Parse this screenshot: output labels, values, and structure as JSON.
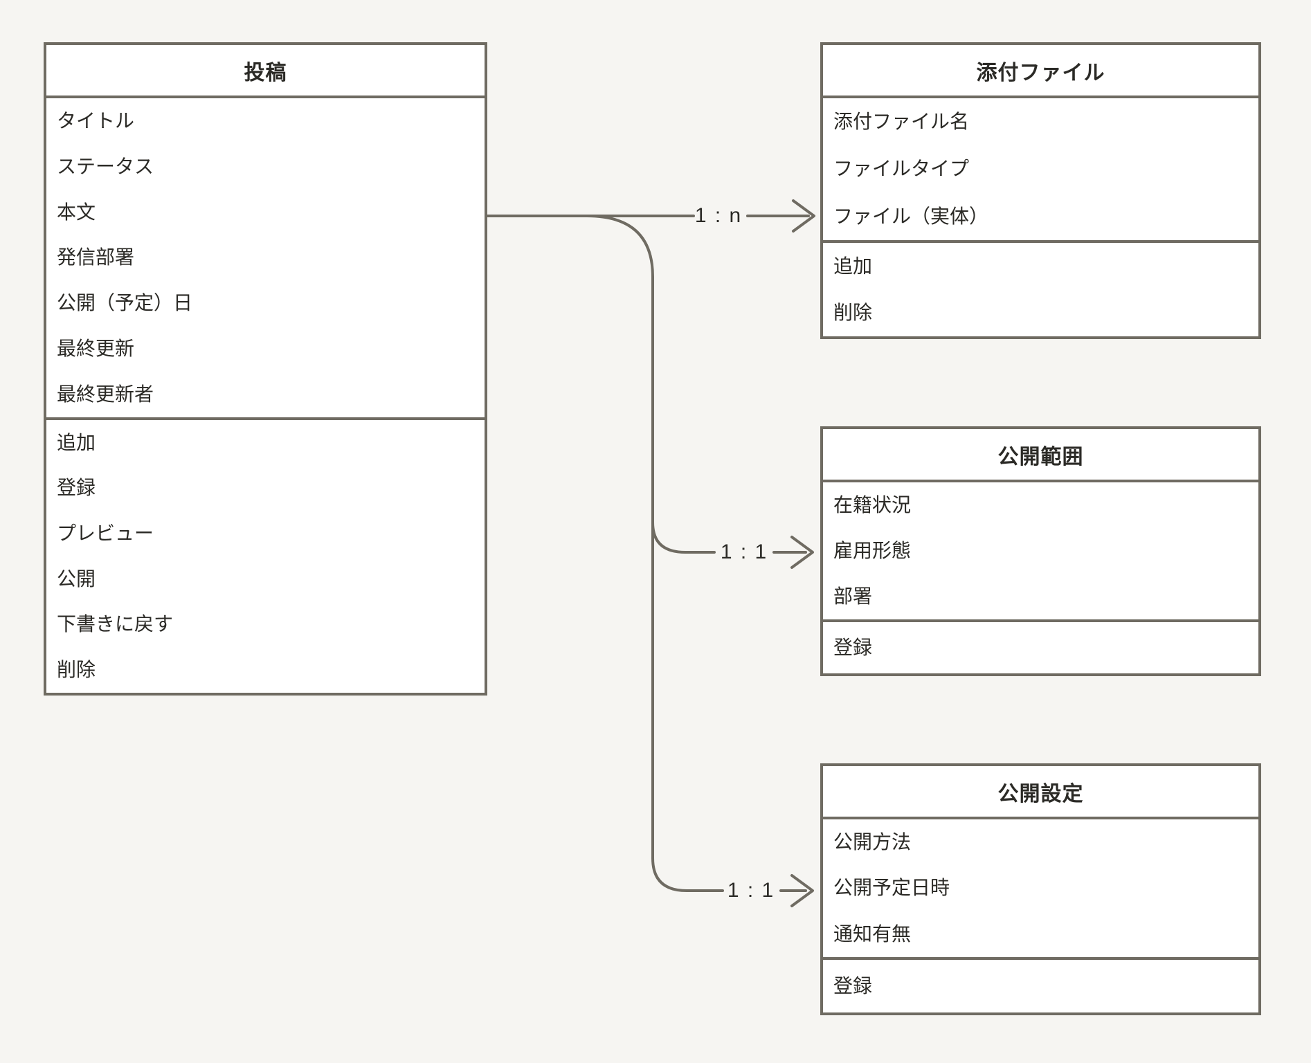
{
  "diagram": {
    "colors": {
      "background": "#f6f5f2",
      "box_fill": "#ffffff",
      "line": "#6f6b62",
      "text": "#2b2a26"
    },
    "entities": [
      {
        "title": "投稿",
        "attributes": [
          "タイトル",
          "ステータス",
          "本文",
          "発信部署",
          "公開（予定）日",
          "最終更新",
          "最終更新者"
        ],
        "actions": [
          "追加",
          "登録",
          "プレビュー",
          "公開",
          "下書きに戻す",
          "削除"
        ]
      },
      {
        "title": "添付ファイル",
        "attributes": [
          "添付ファイル名",
          "ファイルタイプ",
          "ファイル（実体）"
        ],
        "actions": [
          "追加",
          "削除"
        ]
      },
      {
        "title": "公開範囲",
        "attributes": [
          "在籍状況",
          "雇用形態",
          "部署"
        ],
        "actions": [
          "登録"
        ]
      },
      {
        "title": "公開設定",
        "attributes": [
          "公開方法",
          "公開予定日時",
          "通知有無"
        ],
        "actions": [
          "登録"
        ]
      }
    ],
    "relations": [
      {
        "from": "投稿",
        "to": "添付ファイル",
        "label": "1 : n"
      },
      {
        "from": "投稿",
        "to": "公開範囲",
        "label": "1 : 1"
      },
      {
        "from": "投稿",
        "to": "公開設定",
        "label": "1 : 1"
      }
    ]
  }
}
